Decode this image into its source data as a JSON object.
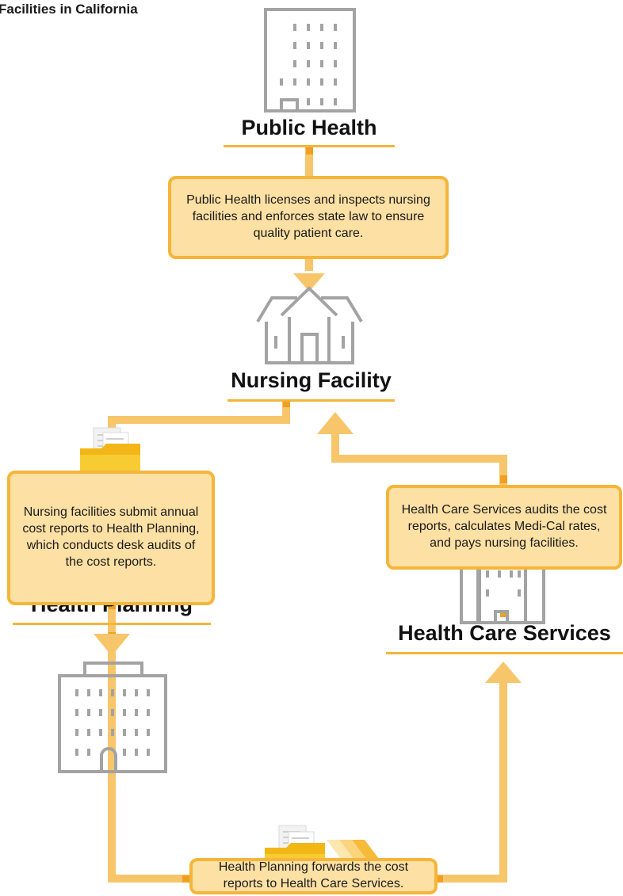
{
  "title": "Facilities in California",
  "entities": {
    "public_health": "Public Health",
    "nursing_facility": "Nursing Facility",
    "health_planning": "Health Planning",
    "health_care_services": "Health Care Services"
  },
  "steps": {
    "public_health_role": "Public Health licenses and inspects nursing facilities and enforces state law to ensure quality patient care.",
    "cost_reports_submitted": "Nursing facilities submit annual cost reports to Health Planning, which conducts desk audits of the cost reports.",
    "forward_reports": "Health Planning forwards the cost reports to Health Care Services.",
    "audit_and_pay": "Health Care Services audits the cost reports, calculates Medi-Cal rates, and pays nursing facilities."
  },
  "icons": {
    "public_health": "office-building-icon",
    "nursing_facility": "house-icon",
    "health_planning": "office-building-icon",
    "health_care_services": "office-building-icon",
    "document_folder": "folder-icon",
    "forward": "chevron-arrows-icon"
  },
  "colors": {
    "connector": "#f7c56a",
    "connector_dark": "#f0a020",
    "box_fill": "#fce0a4",
    "box_border": "#f5b53a",
    "icon_stroke": "#a3a3a3",
    "underline": "#f5b53a",
    "folder": "#f4c41a"
  }
}
